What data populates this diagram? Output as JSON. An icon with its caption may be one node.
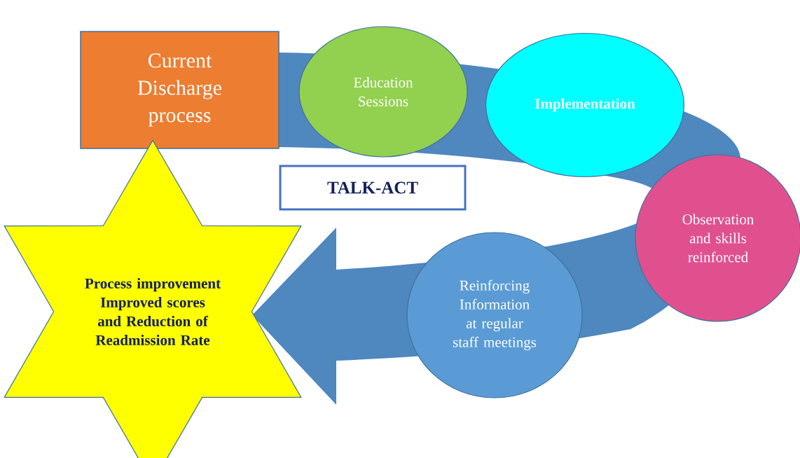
{
  "diagram": {
    "nodes": [
      {
        "text": [
          "Current Discharge process"
        ]
      },
      {
        "text": [
          "Education Sessions"
        ]
      },
      {
        "text": [
          "Implementation"
        ]
      },
      {
        "text": [
          "Observation and skills reinforced"
        ]
      },
      {
        "text": [
          "Reinforcing Information at regular staff meetings"
        ]
      },
      {
        "text": [
          "Process improvement Improved scores and Reduction of Readmission Rate"
        ]
      },
      {
        "text": [
          "TALK-ACT"
        ]
      }
    ],
    "edges": [
      {
        "from": 0,
        "to": 5,
        "arrow": "to",
        "style": "thick"
      }
    ]
  }
}
